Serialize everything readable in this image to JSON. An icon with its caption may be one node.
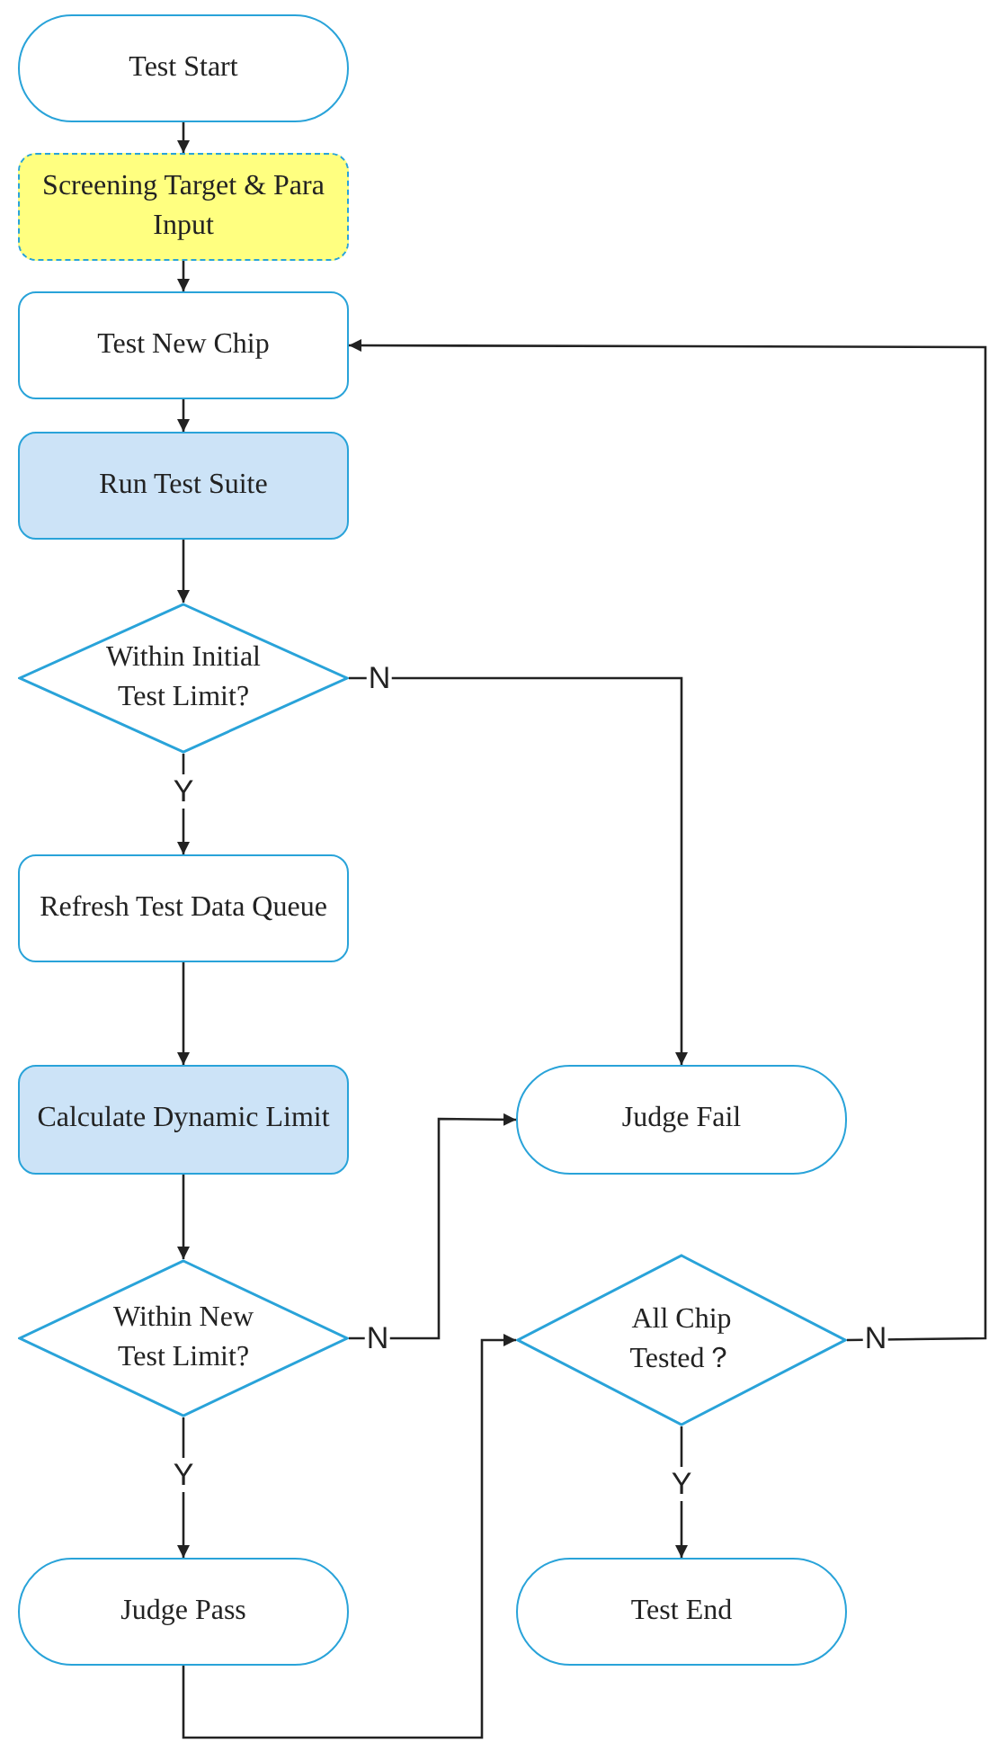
{
  "diagram": {
    "nodes": [
      {
        "text": [
          "Test Start"
        ]
      },
      {
        "text": [
          "Screening Target & Para Input"
        ]
      },
      {
        "text": [
          "Test New Chip"
        ]
      },
      {
        "text": [
          "Run Test Suite"
        ]
      },
      {
        "text": [
          "Within Initial Test Limit?"
        ]
      },
      {
        "text": [
          "Refresh Test Data Queue"
        ]
      },
      {
        "text": [
          "Calculate Dynamic Limit"
        ]
      },
      {
        "text": [
          "Within New Test Limit?"
        ]
      },
      {
        "text": [
          "Judge Pass"
        ]
      },
      {
        "text": [
          "Judge Fail"
        ]
      },
      {
        "text": [
          "All Chip Tested？"
        ]
      },
      {
        "text": [
          "Test End"
        ]
      }
    ],
    "edges": [
      {
        "from": 0,
        "to": 1,
        "arrow": "to"
      },
      {
        "from": 1,
        "to": 2,
        "arrow": "to"
      },
      {
        "from": 2,
        "to": 3,
        "arrow": "to"
      },
      {
        "from": 3,
        "to": 4,
        "arrow": "to"
      },
      {
        "from": 4,
        "to": 5,
        "arrow": "to",
        "label": "Y"
      },
      {
        "from": 4,
        "to": 9,
        "arrow": "to",
        "label": "N"
      },
      {
        "from": 5,
        "to": 6,
        "arrow": "to"
      },
      {
        "from": 6,
        "to": 7,
        "arrow": "to"
      },
      {
        "from": 7,
        "to": 9,
        "arrow": "to",
        "label": "N"
      },
      {
        "from": 7,
        "to": 8,
        "arrow": "to",
        "label": "Y"
      },
      {
        "from": 8,
        "to": 10,
        "arrow": "to"
      },
      {
        "from": 10,
        "to": 11,
        "arrow": "to",
        "label": "Y"
      },
      {
        "from": 10,
        "to": 2,
        "arrow": "to",
        "label": "N"
      }
    ]
  }
}
